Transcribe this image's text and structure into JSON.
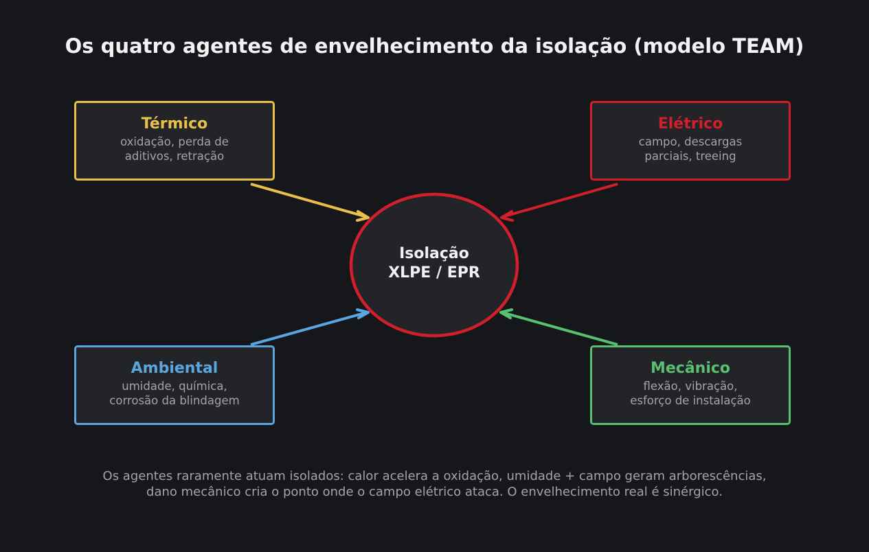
{
  "title": "Os quatro agentes de envelhecimento da isolação (modelo TEAM)",
  "center": {
    "label": "Isolação\nXLPE / EPR",
    "color": "#d21f2b"
  },
  "agents": {
    "thermal": {
      "name": "Térmico",
      "description": "oxidação, perda de\naditivos, retração",
      "color": "#e8c04a"
    },
    "electrical": {
      "name": "Elétrico",
      "description": "campo, descargas\nparciais, treeing",
      "color": "#d21f2b"
    },
    "environmental": {
      "name": "Ambiental",
      "description": "umidade, química,\ncorrosão da blindagem",
      "color": "#5aa7e0"
    },
    "mechanical": {
      "name": "Mecânico",
      "description": "flexão, vibração,\nesforço de instalação",
      "color": "#58c06e"
    }
  },
  "footer": "Os agentes raramente atuam isolados: calor acelera a oxidação, umidade + campo geram arborescências,\ndano mecânico cria o ponto onde o campo elétrico ataca. O envelhecimento real é sinérgico."
}
